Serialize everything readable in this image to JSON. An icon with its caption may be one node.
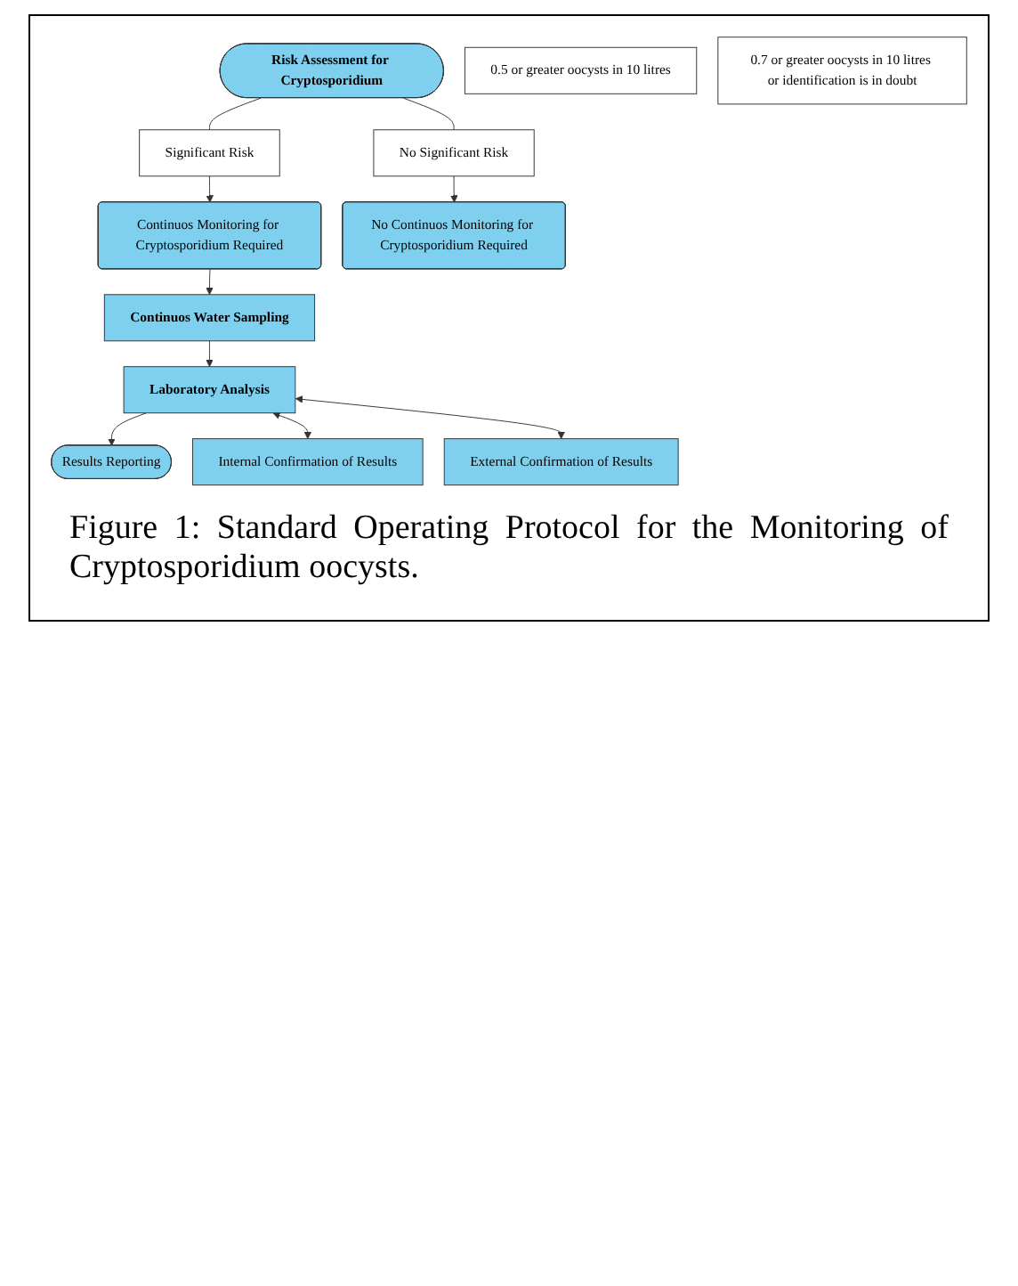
{
  "diagram": {
    "caption": "Figure 1: Standard Operating Protocol for the Monitoring of Cryptosporidium oocysts.",
    "nodes": [
      {
        "text": [
          "Risk Assessment for Cryptosporidium"
        ]
      },
      {
        "text": [
          "Significant Risk"
        ]
      },
      {
        "text": [
          "No Significant Risk"
        ]
      },
      {
        "text": [
          "Continuos Monitoring for Cryptosporidium Required"
        ]
      },
      {
        "text": [
          "No Continuos Monitoring for Cryptosporidium Required"
        ]
      },
      {
        "text": [
          "Continuos Water Sampling"
        ]
      },
      {
        "text": [
          "Laboratory Analysis"
        ]
      },
      {
        "text": [
          "Results Reporting"
        ]
      },
      {
        "text": [
          "0.5 or greater oocysts in 10 litres"
        ]
      },
      {
        "text": [
          "Internal Confirmation of Results"
        ]
      },
      {
        "text": [
          "External Confirmation of Results"
        ]
      },
      {
        "text": [
          "0.7 or greater oocysts in 10 litres or identification is in doubt"
        ]
      }
    ],
    "edges": [
      {
        "from": 0,
        "to": 1,
        "arrow": "none"
      },
      {
        "from": 0,
        "to": 2,
        "arrow": "none"
      },
      {
        "from": 1,
        "to": 3,
        "arrow": "to"
      },
      {
        "from": 2,
        "to": 4,
        "arrow": "to"
      },
      {
        "from": 3,
        "to": 5,
        "arrow": "to"
      },
      {
        "from": 5,
        "to": 6,
        "arrow": "to"
      },
      {
        "from": 6,
        "to": 7,
        "arrow": "to"
      },
      {
        "from": 6,
        "to": 9,
        "arrow": "both"
      },
      {
        "from": 6,
        "to": 10,
        "arrow": "both"
      }
    ]
  }
}
